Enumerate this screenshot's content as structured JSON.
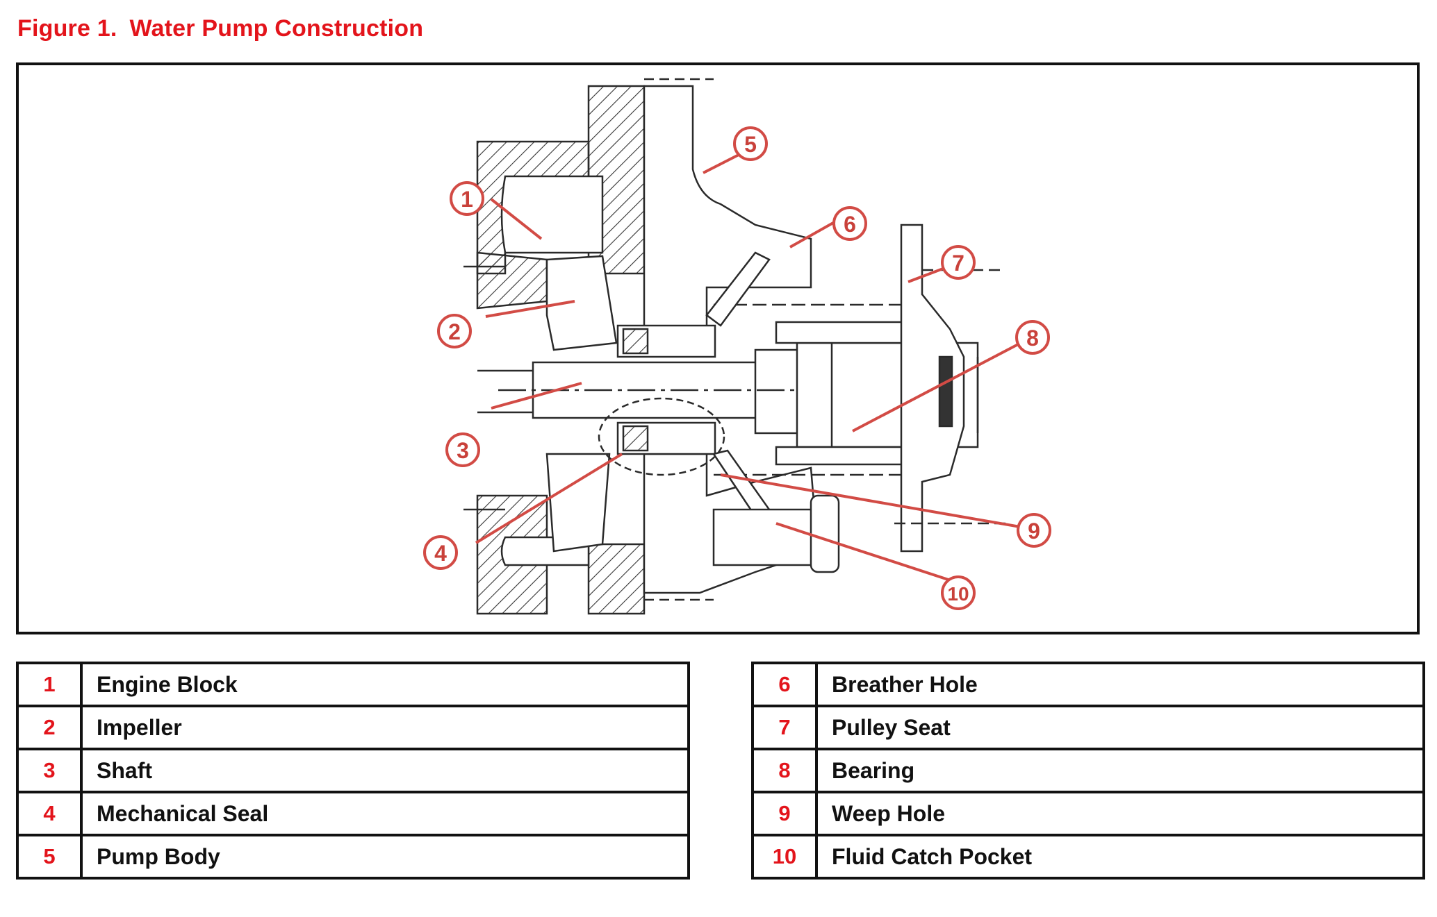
{
  "figure": {
    "label": "Figure 1.",
    "title": "Water Pump Construction"
  },
  "colors": {
    "accent": "#e3141b",
    "callout": "#d24b45",
    "line": "#222222"
  },
  "diagram": {
    "callouts": [
      "1",
      "2",
      "3",
      "4",
      "5",
      "6",
      "7",
      "8",
      "9",
      "10"
    ]
  },
  "legend": {
    "left": [
      {
        "num": "1",
        "label": "Engine Block"
      },
      {
        "num": "2",
        "label": "Impeller"
      },
      {
        "num": "3",
        "label": "Shaft"
      },
      {
        "num": "4",
        "label": "Mechanical Seal"
      },
      {
        "num": "5",
        "label": "Pump Body"
      }
    ],
    "right": [
      {
        "num": "6",
        "label": "Breather Hole"
      },
      {
        "num": "7",
        "label": "Pulley Seat"
      },
      {
        "num": "8",
        "label": "Bearing"
      },
      {
        "num": "9",
        "label": "Weep Hole"
      },
      {
        "num": "10",
        "label": "Fluid Catch Pocket"
      }
    ]
  }
}
